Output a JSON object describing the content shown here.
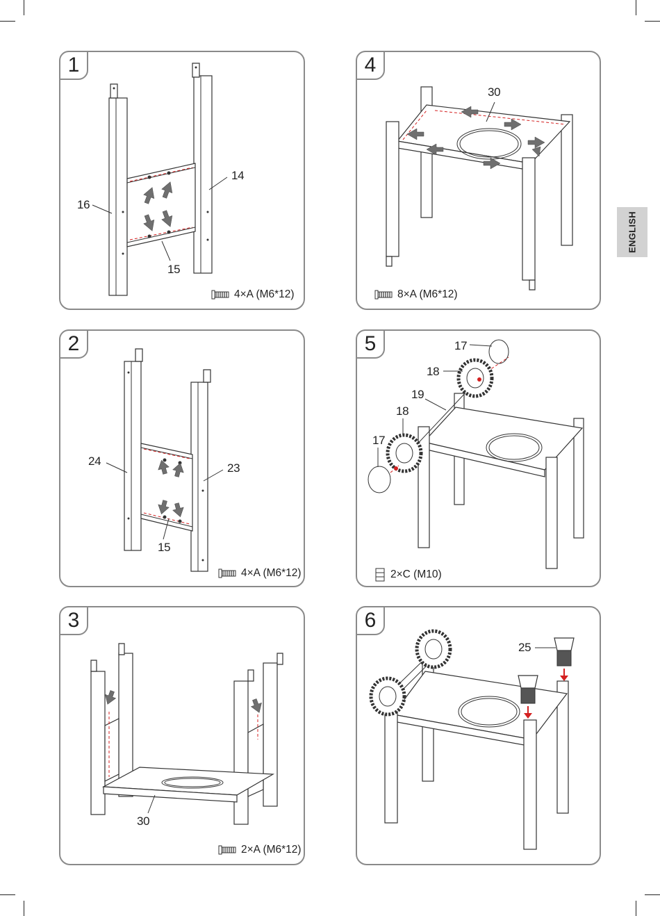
{
  "language_tab": "ENGLISH",
  "steps": [
    {
      "number": "1",
      "labels": {
        "a": "16",
        "b": "14",
        "c": "15"
      },
      "hardware": "4×A (M6*12)",
      "hardware_icon": "bolt-icon"
    },
    {
      "number": "2",
      "labels": {
        "a": "24",
        "b": "23",
        "c": "15"
      },
      "hardware": "4×A (M6*12)",
      "hardware_icon": "bolt-icon"
    },
    {
      "number": "3",
      "labels": {
        "a": "30"
      },
      "hardware": "2×A (M6*12)",
      "hardware_icon": "bolt-icon"
    },
    {
      "number": "4",
      "labels": {
        "a": "30"
      },
      "hardware": "8×A (M6*12)",
      "hardware_icon": "bolt-icon"
    },
    {
      "number": "5",
      "labels": {
        "a": "17",
        "b": "18",
        "c": "19",
        "d": "18",
        "e": "17"
      },
      "hardware": "2×C (M10)",
      "hardware_icon": "nut-icon"
    },
    {
      "number": "6",
      "labels": {
        "a": "25"
      }
    }
  ]
}
